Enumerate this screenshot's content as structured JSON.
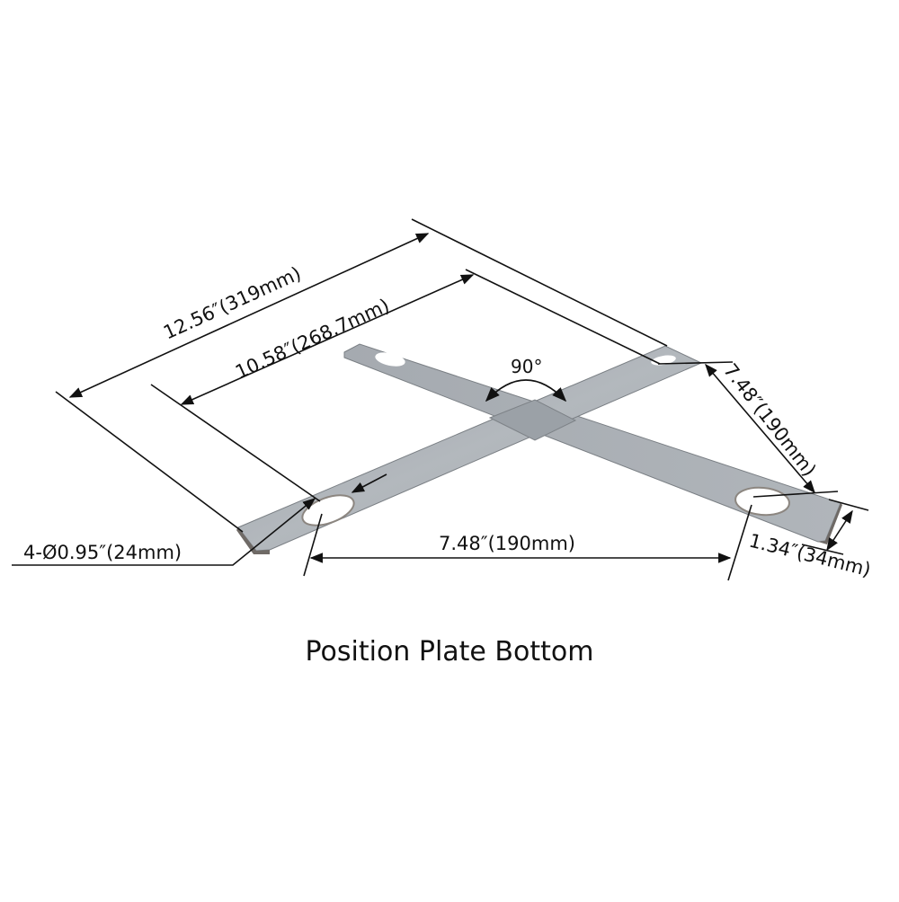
{
  "title": "Position Plate Bottom",
  "dimensions": {
    "overall_length": "12.56″(319mm)",
    "hole_to_hole_length": "10.58″(268.7mm)",
    "angle": "90°",
    "diagonal_spacing": "7.48″(190mm)",
    "horizontal_spacing": "7.48″(190mm)",
    "strip_width": "1.34″(34mm)",
    "hole_diameter": "4-Ø0.95″(24mm)"
  },
  "colors": {
    "metal": "#a9afb5",
    "metal_dark": "#8c9196",
    "metal_edge": "#6f6a66",
    "line": "#111111"
  }
}
